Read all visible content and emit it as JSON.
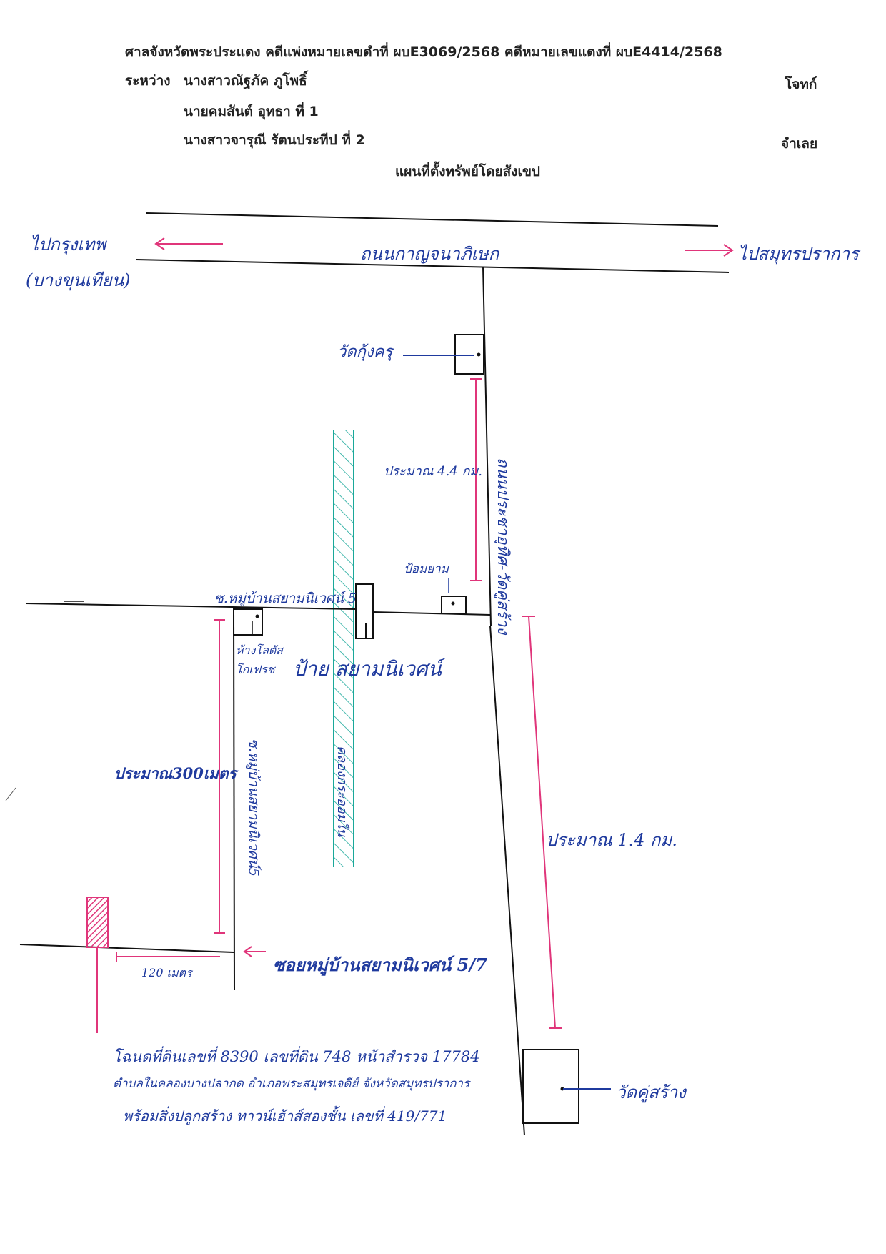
{
  "header": {
    "court_line": "ศาลจังหวัดพระประแดง คดีแพ่งหมายเลขดำที่ ผบE3069/2568 คดีหมายเลขแดงที่ ผบE4414/2568",
    "between_label": "ระหว่าง",
    "plaintiff_name": "นางสาวณัฐภัค  ภูโพธิ์",
    "plaintiff_role": "โจทก์",
    "defendant1": "นายคมสันต์  อุทธา ที่ 1",
    "defendant2": "นางสาวจารุณี  รัตนประทีป ที่ 2",
    "defendant_role": "จำเลย",
    "map_title": "แผนที่ตั้งทรัพย์โดยสังเขป"
  },
  "map": {
    "to_bangkok": "ไปกรุงเทพ",
    "to_bangkok_sub": "(บางขุนเทียน)",
    "to_samutprakan": "ไปสมุทรปราการ",
    "main_road": "ถนนกาญจนาภิเษก",
    "wat_kung_kru": "วัดกุ้งครุ",
    "distance_4_4": "ประมาณ 4.4 กม.",
    "side_road": "ถนนประชาอุทิศ-วัดคู่สร้าง",
    "police_box": "ป้อมยาม",
    "soi_village5": "ซ.หมู่บ้านสยามนิเวศน์ 5",
    "lotus_store": "ห้างโลตัส",
    "lotus_store_2": "โกเฟรช",
    "sign_label": "ป้าย สยามนิเวศน์",
    "distance_300": "ประมาณ300เมตร",
    "soi_vertical": "ซ.หมู่บ้านสยามนิเวศน์5",
    "canal": "คลองกระออมใน",
    "distance_1_4": "ประมาณ 1.4 กม.",
    "soi_5_7": "ซอยหมู่บ้านสยามนิเวศน์ 5/7",
    "distance_120": "120 เมตร",
    "property_line1": "โฉนดที่ดินเลขที่ 8390 เลขที่ดิน 748 หน้าสำรวจ 17784",
    "property_line2": "ตำบลในคลองบางปลากด อำเภอพระสมุทรเจดีย์ จังหวัดสมุทรปราการ",
    "property_line3": "พร้อมสิ่งปลูกสร้าง ทาวน์เฮ้าส์สองชั้น เลขที่ 419/771",
    "wat_ku_sang": "วัดคู่สร้าง"
  },
  "colors": {
    "ink_blue": "#1f3a9e",
    "ink_pink": "#e0357a",
    "ink_black": "#111111",
    "canal_teal": "#1aa89a"
  }
}
